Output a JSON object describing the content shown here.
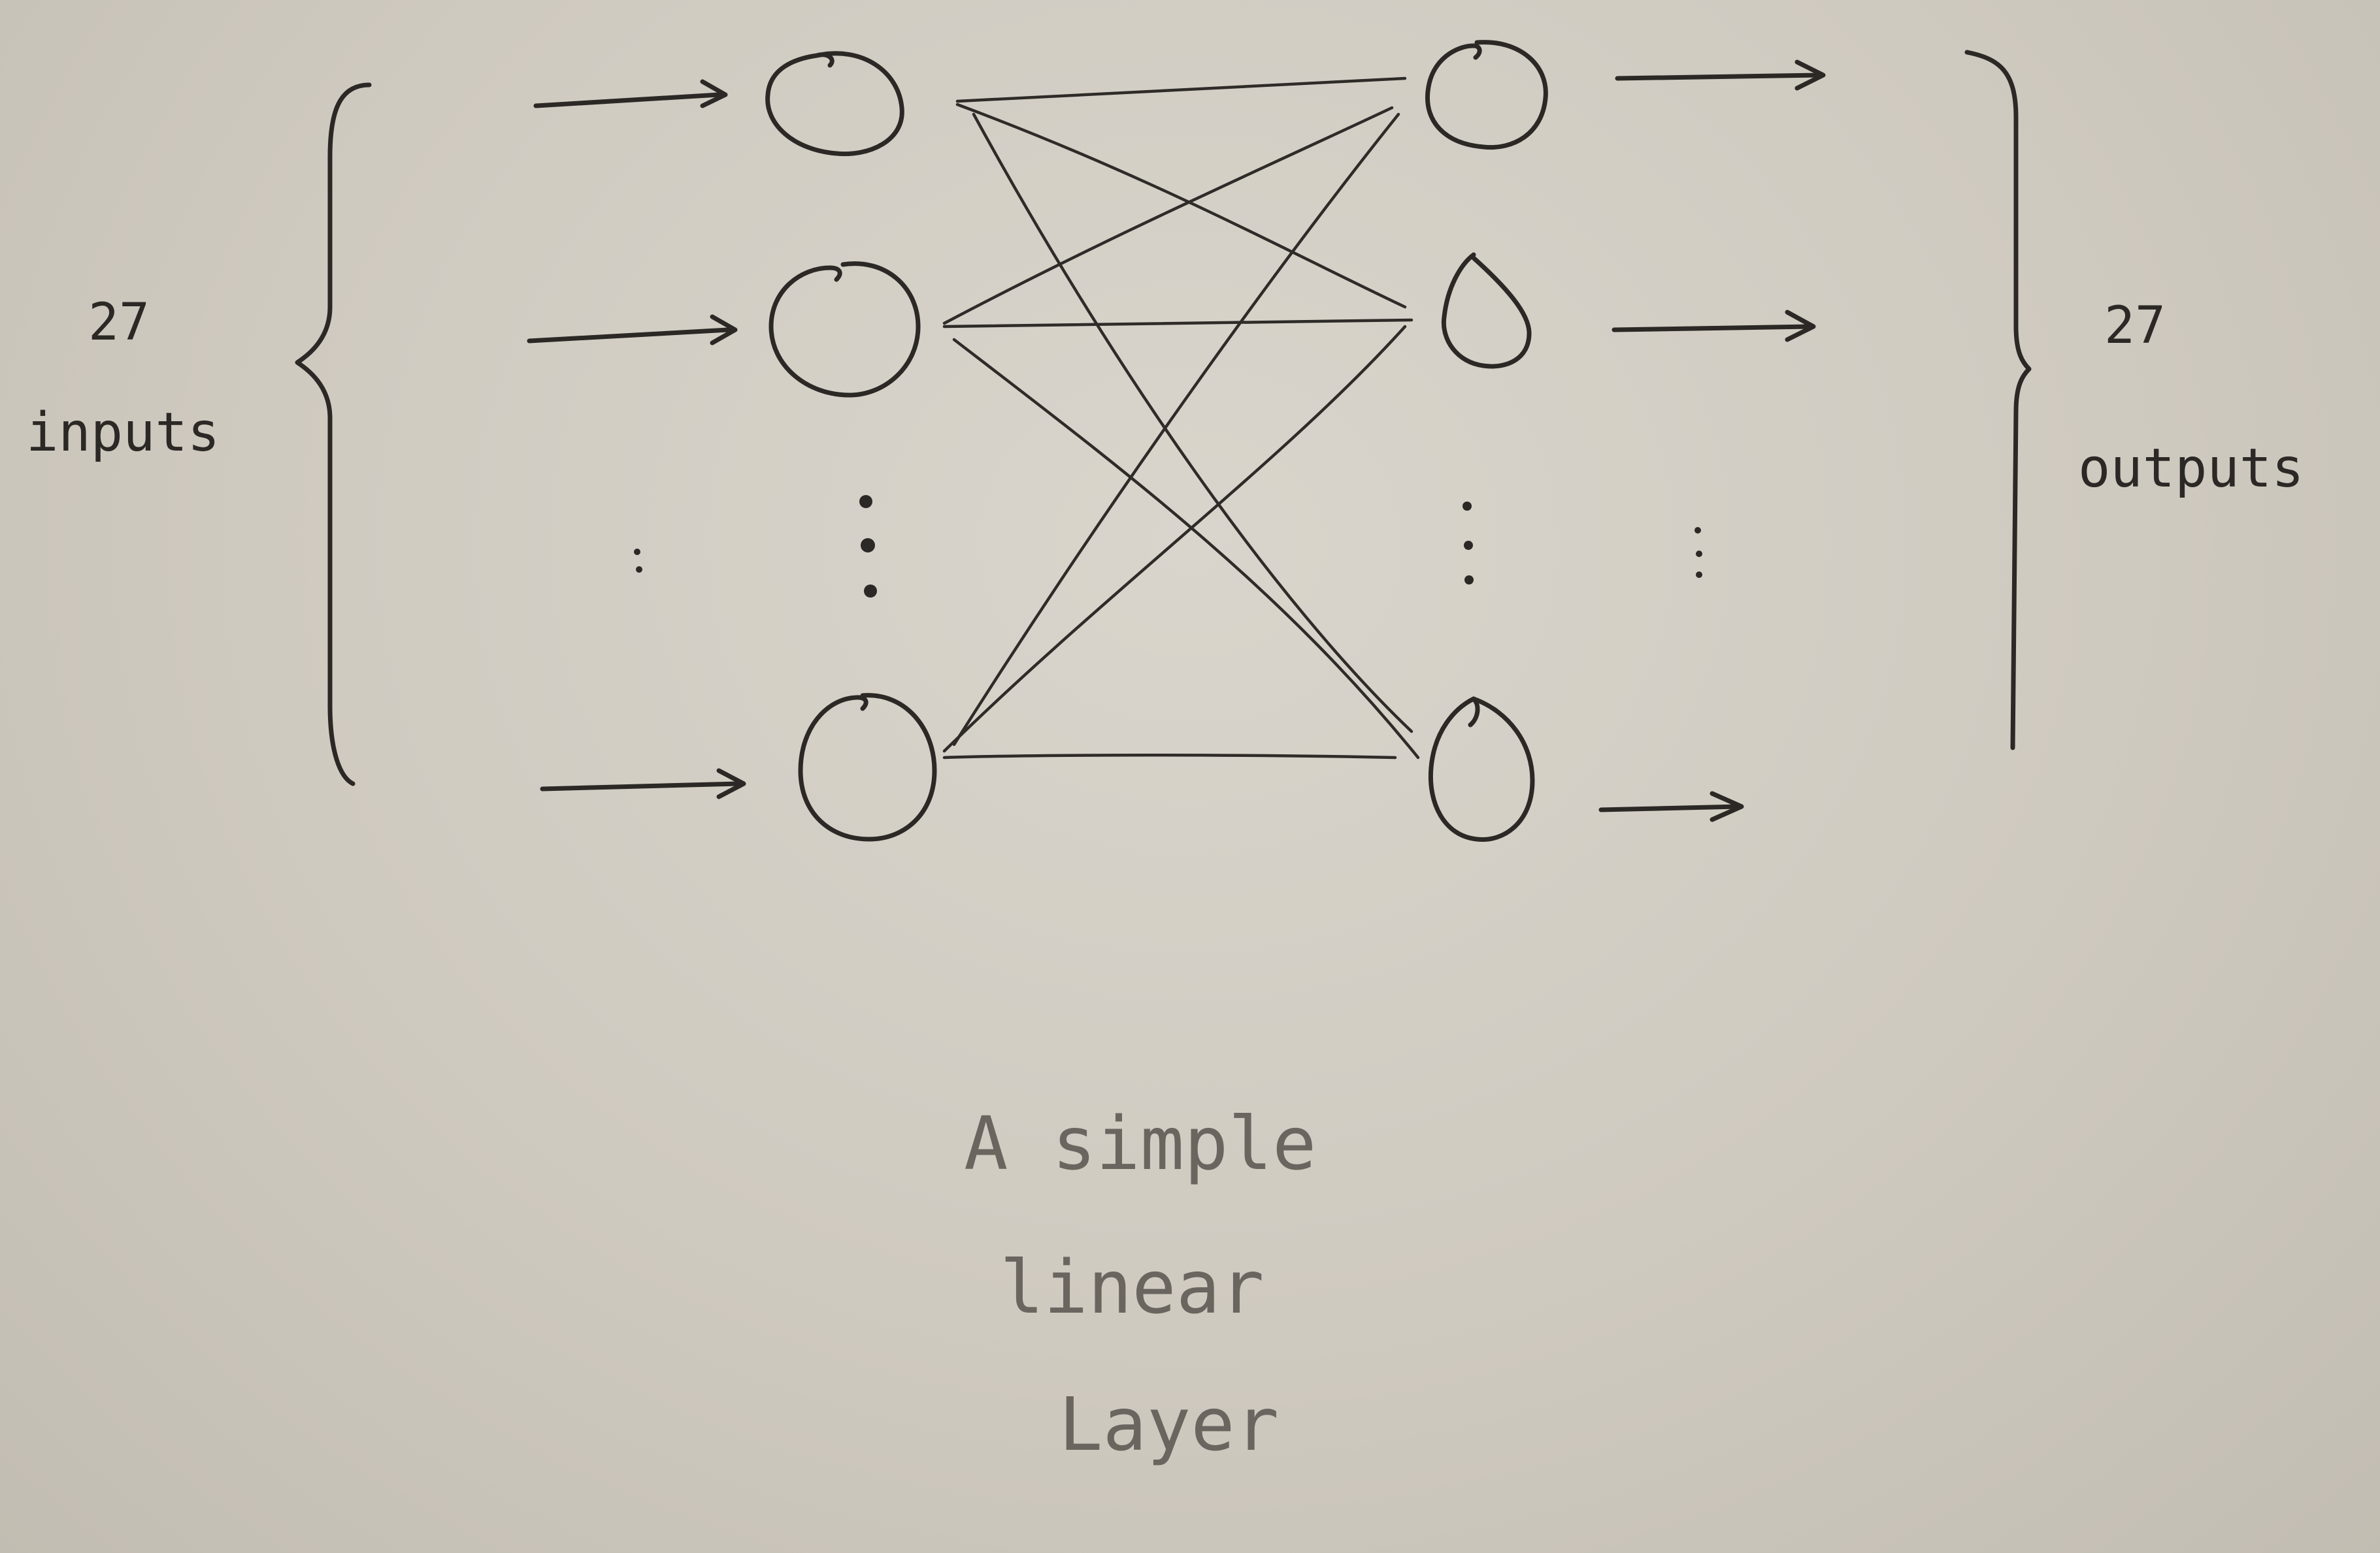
{
  "inputs": {
    "count": "27",
    "word": "inputs"
  },
  "outputs": {
    "count": "27",
    "word": "outputs"
  },
  "caption": {
    "line1": "A simple",
    "line2": "linear",
    "line3": "Layer"
  },
  "colors": {
    "paper": "#d6d2c9",
    "ink": "#2b2825",
    "pencil": "#6a655e"
  }
}
